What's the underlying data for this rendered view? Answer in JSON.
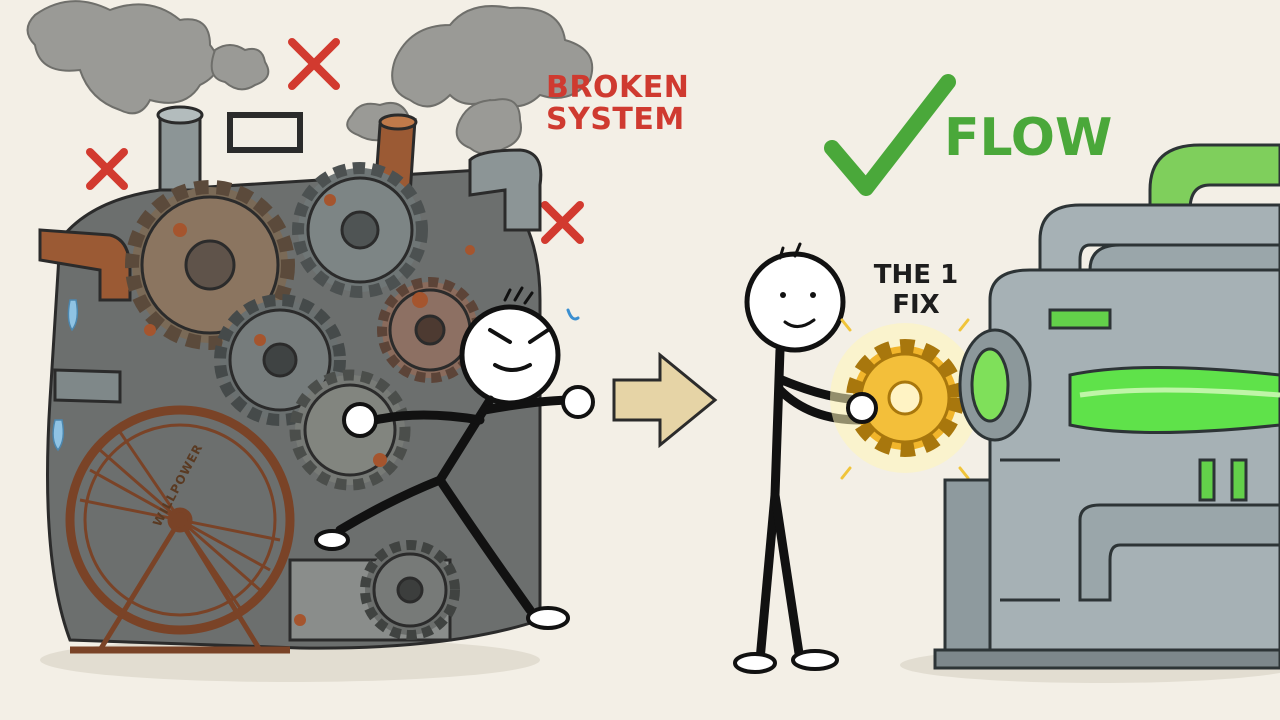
{
  "labels": {
    "broken_line1": "BROKEN",
    "broken_line2": "SYSTEM",
    "flow": "FLOW",
    "fix_line1": "THE 1",
    "fix_line2": "FIX",
    "wheel": "WILLPOWER"
  },
  "colors": {
    "background": "#f3efe6",
    "broken_red": "#cf3a30",
    "flow_green": "#4aa83a",
    "gear_gold": "#f1b52b",
    "rust": "#9b5a34",
    "machine_gray": "#a6b1b5",
    "glow_green": "#5fe24a"
  },
  "icons": [
    "cross-mark-icon",
    "check-mark-icon",
    "arrow-right-icon",
    "gear-icon"
  ]
}
